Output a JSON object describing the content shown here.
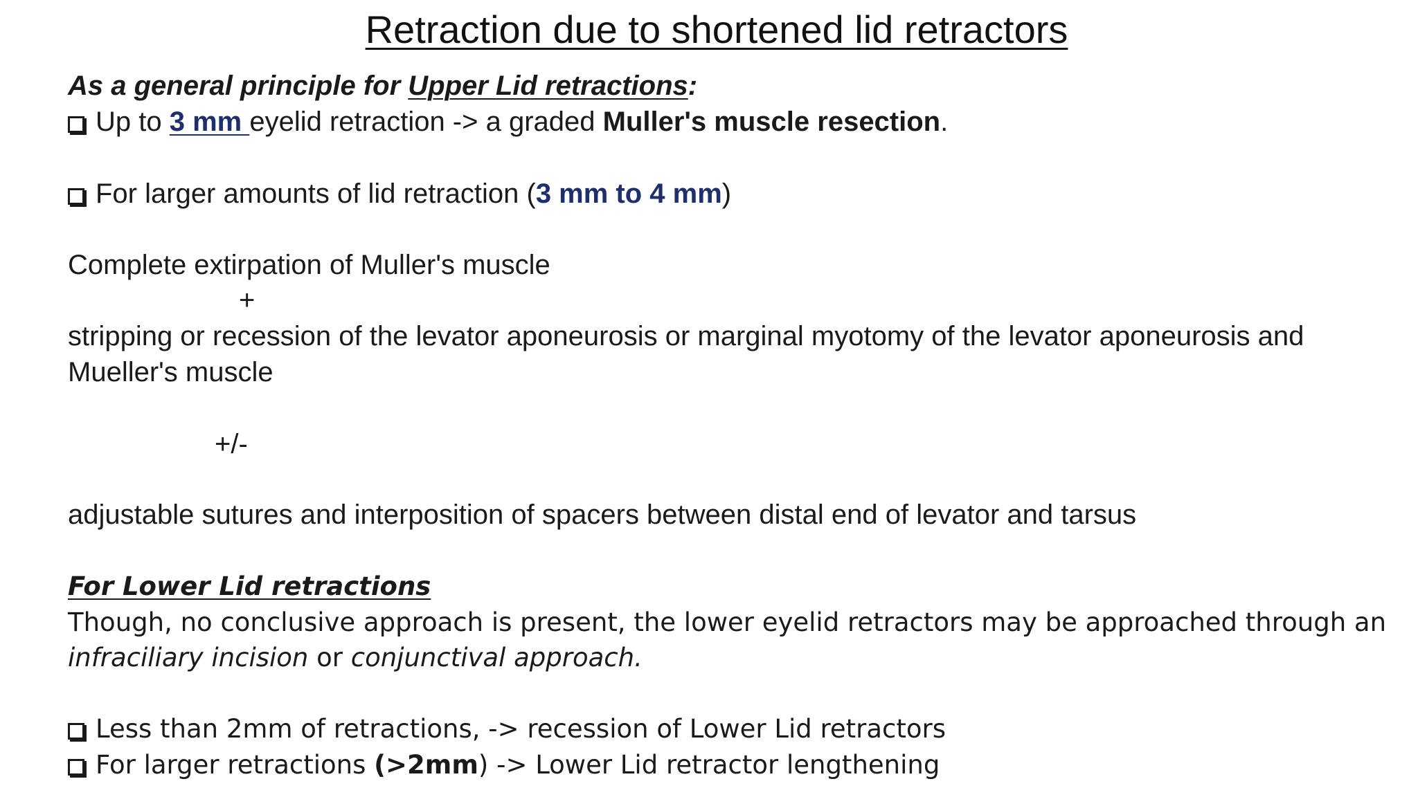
{
  "title": "Retraction due to shortened lid retractors",
  "upper": {
    "heading_prefix": "As a general principle for ",
    "heading_link": "Upper Lid retractions",
    "heading_suffix": ":",
    "bullet1": {
      "pre": "Up to ",
      "amount": "3 mm ",
      "mid": "eyelid retraction -> a graded ",
      "bold": "Muller's muscle resection",
      "end": "."
    },
    "bullet2": {
      "pre": "For larger amounts of lid retraction (",
      "amount": "3 mm to 4 mm",
      "end": ")"
    },
    "line_complete": "Complete extirpation of Muller's muscle",
    "plus": "+",
    "line_stripping": "stripping or recession of the levator aponeurosis or marginal myotomy of the levator aponeurosis and",
    "line_mueller": "Mueller's muscle",
    "plusminus": "+/-",
    "line_adjustable": "adjustable sutures and interposition of spacers between distal end of levator and tarsus"
  },
  "lower": {
    "heading": "For Lower Lid retractions",
    "line1": "Though, no conclusive approach is present, the lower eyelid retractors may be approached through an",
    "line2_italic1": "infraciliary incision",
    "line2_mid": " or ",
    "line2_italic2": "conjunctival approach.",
    "bullet1": "Less than 2mm of retractions, -> recession of Lower Lid retractors",
    "bullet2": {
      "pre": "For larger retractions ",
      "bold": "(>2mm",
      "end": ") -> Lower Lid retractor lengthening"
    }
  }
}
